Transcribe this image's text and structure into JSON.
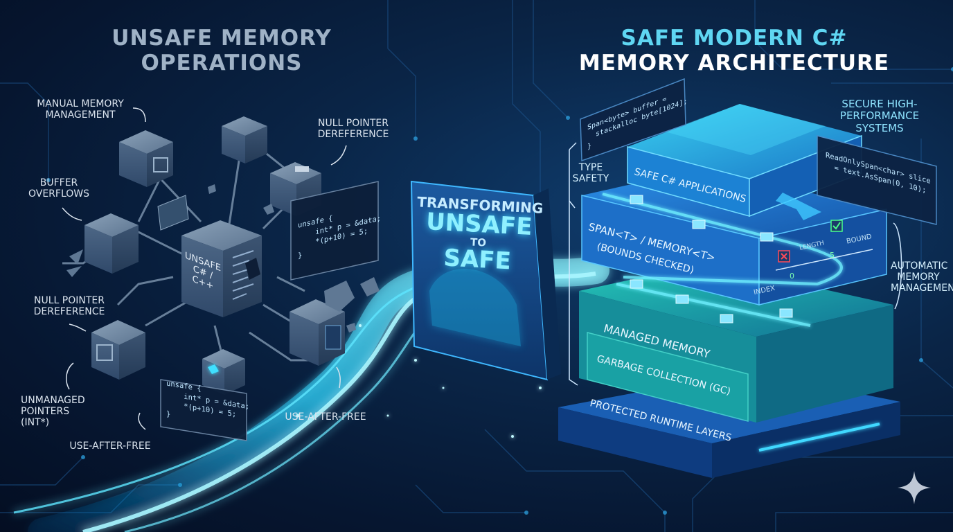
{
  "left_panel": {
    "title": "Unsafe Memory Operations",
    "center_box": "Unsafe C# / C++",
    "labels": {
      "manual_memory": "Manual Memory Management",
      "null_pointer_top": "Null Pointer Dereference",
      "buffer_overflows": "Buffer Overflows",
      "null_pointer_left": "Null Pointer Dereference",
      "unmanaged_pointers": "Unmanaged Pointers (int*)",
      "use_after_free_bottom": "Use-After-Free",
      "use_after_free_right": "Use-After-Free"
    },
    "code_top": "unsafe {\n    int* p = &data;\n    *(p+10) = 5;\n}",
    "code_bottom": "unsafe {\n    int* p = &data;\n    *(p+10) = 5;\n}"
  },
  "gate": {
    "line1": "Transforming",
    "line2": "Unsafe",
    "line3": "to",
    "line4": "Safe"
  },
  "right_panel": {
    "title_line1": "Safe Modern C#",
    "title_line2": "Memory Architecture",
    "labels": {
      "type_safety": "Type Safety",
      "secure_systems": "Secure High-Performance Systems",
      "automatic_memory": "Automatic Memory Management"
    },
    "code_span": "Span<byte> buffer =\n  stackalloc byte[1024];\n}",
    "code_readonly": "ReadOnlySpan<char> slice\n  = text.AsSpan(0, 10);",
    "layers": {
      "apps": "Safe C# Applications",
      "span": "Span<T> / Memory<T>",
      "span_sub": "(Bounds Checked)",
      "managed": "Managed Memory",
      "gc": "Garbage Collection (GC)",
      "runtime": "Protected Runtime Layers"
    },
    "bounds": {
      "index": "Index",
      "length": "Length",
      "bound": "Bound",
      "zero": "0",
      "five": "5"
    }
  },
  "colors": {
    "background": "#061630",
    "accent_cyan": "#3fd8ff",
    "unsafe_gray": "#9fb2c6",
    "safe_blue": "#1f7fd8",
    "managed_teal": "#1fc6b8"
  }
}
